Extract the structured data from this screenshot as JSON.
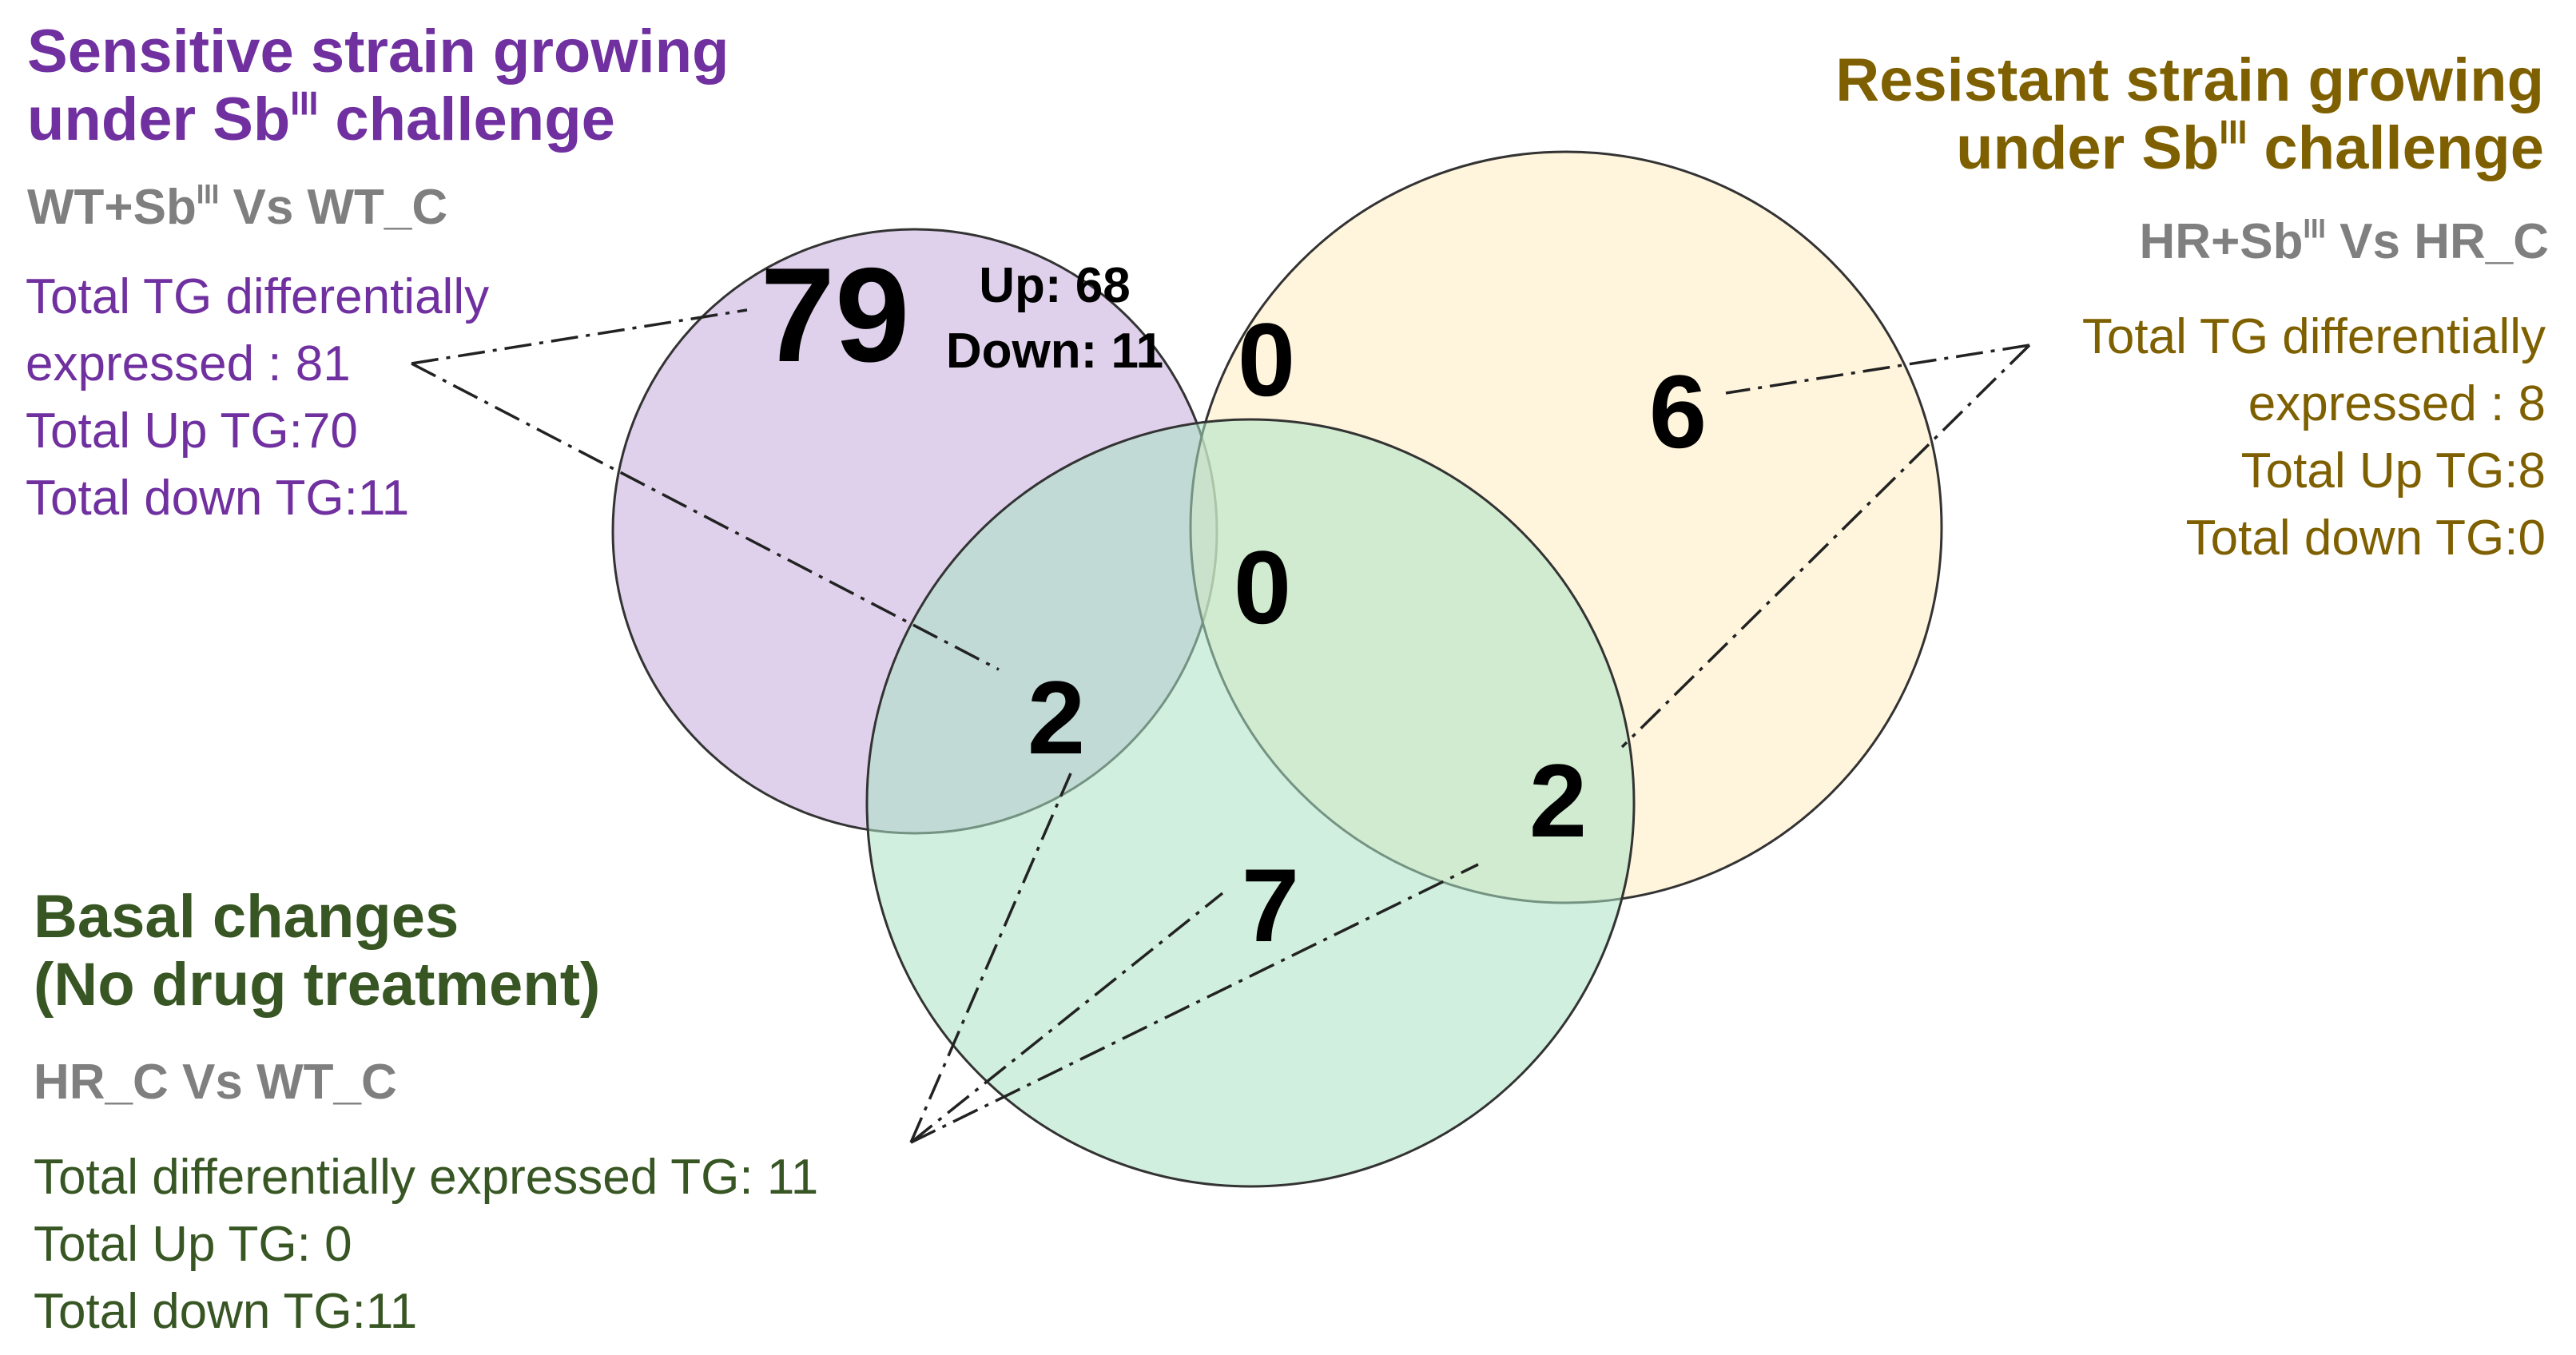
{
  "colors": {
    "sensitive": "#7030a0",
    "resistant": "#7f6000",
    "basal": "#375623",
    "subheading": "#7f7f7f",
    "circle_sensitive_fill": "#c9b3dd",
    "circle_resistant_fill": "#fff0c8",
    "circle_basal_fill": "#a8e0c0"
  },
  "sets": {
    "sensitive": {
      "title_line1": "Sensitive strain growing",
      "title_line2_pre": "under Sb",
      "title_line2_sup": "III",
      "title_line2_post": " challenge",
      "comparison_pre": "WT+Sb",
      "comparison_sup": "III",
      "comparison_post": " Vs WT_C",
      "stats": [
        "Total TG differentially",
        "expressed : 81",
        "Total Up TG:70",
        "Total down TG:11"
      ]
    },
    "resistant": {
      "title_line1": "Resistant strain growing",
      "title_line2_pre": "under Sb",
      "title_line2_sup": "III",
      "title_line2_post": " challenge",
      "comparison_pre": "HR+Sb",
      "comparison_sup": "III",
      "comparison_post": " Vs HR_C",
      "stats": [
        "Total TG differentially",
        "expressed : 8",
        "Total Up TG:8",
        "Total down TG:0"
      ]
    },
    "basal": {
      "title_line1": "Basal changes",
      "title_line2": "(No drug treatment)",
      "comparison": "HR_C Vs WT_C",
      "stats": [
        "Total differentially expressed TG: 11",
        "Total Up TG: 0",
        "Total down TG:11"
      ]
    }
  },
  "regions": {
    "sensitive_only": "79",
    "sensitive_only_up": "Up: 68",
    "sensitive_only_down": "Down: 11",
    "sensitive_resistant": "0",
    "all_three": "0",
    "resistant_only": "6",
    "sensitive_basal": "2",
    "resistant_basal": "2",
    "basal_only": "7"
  }
}
